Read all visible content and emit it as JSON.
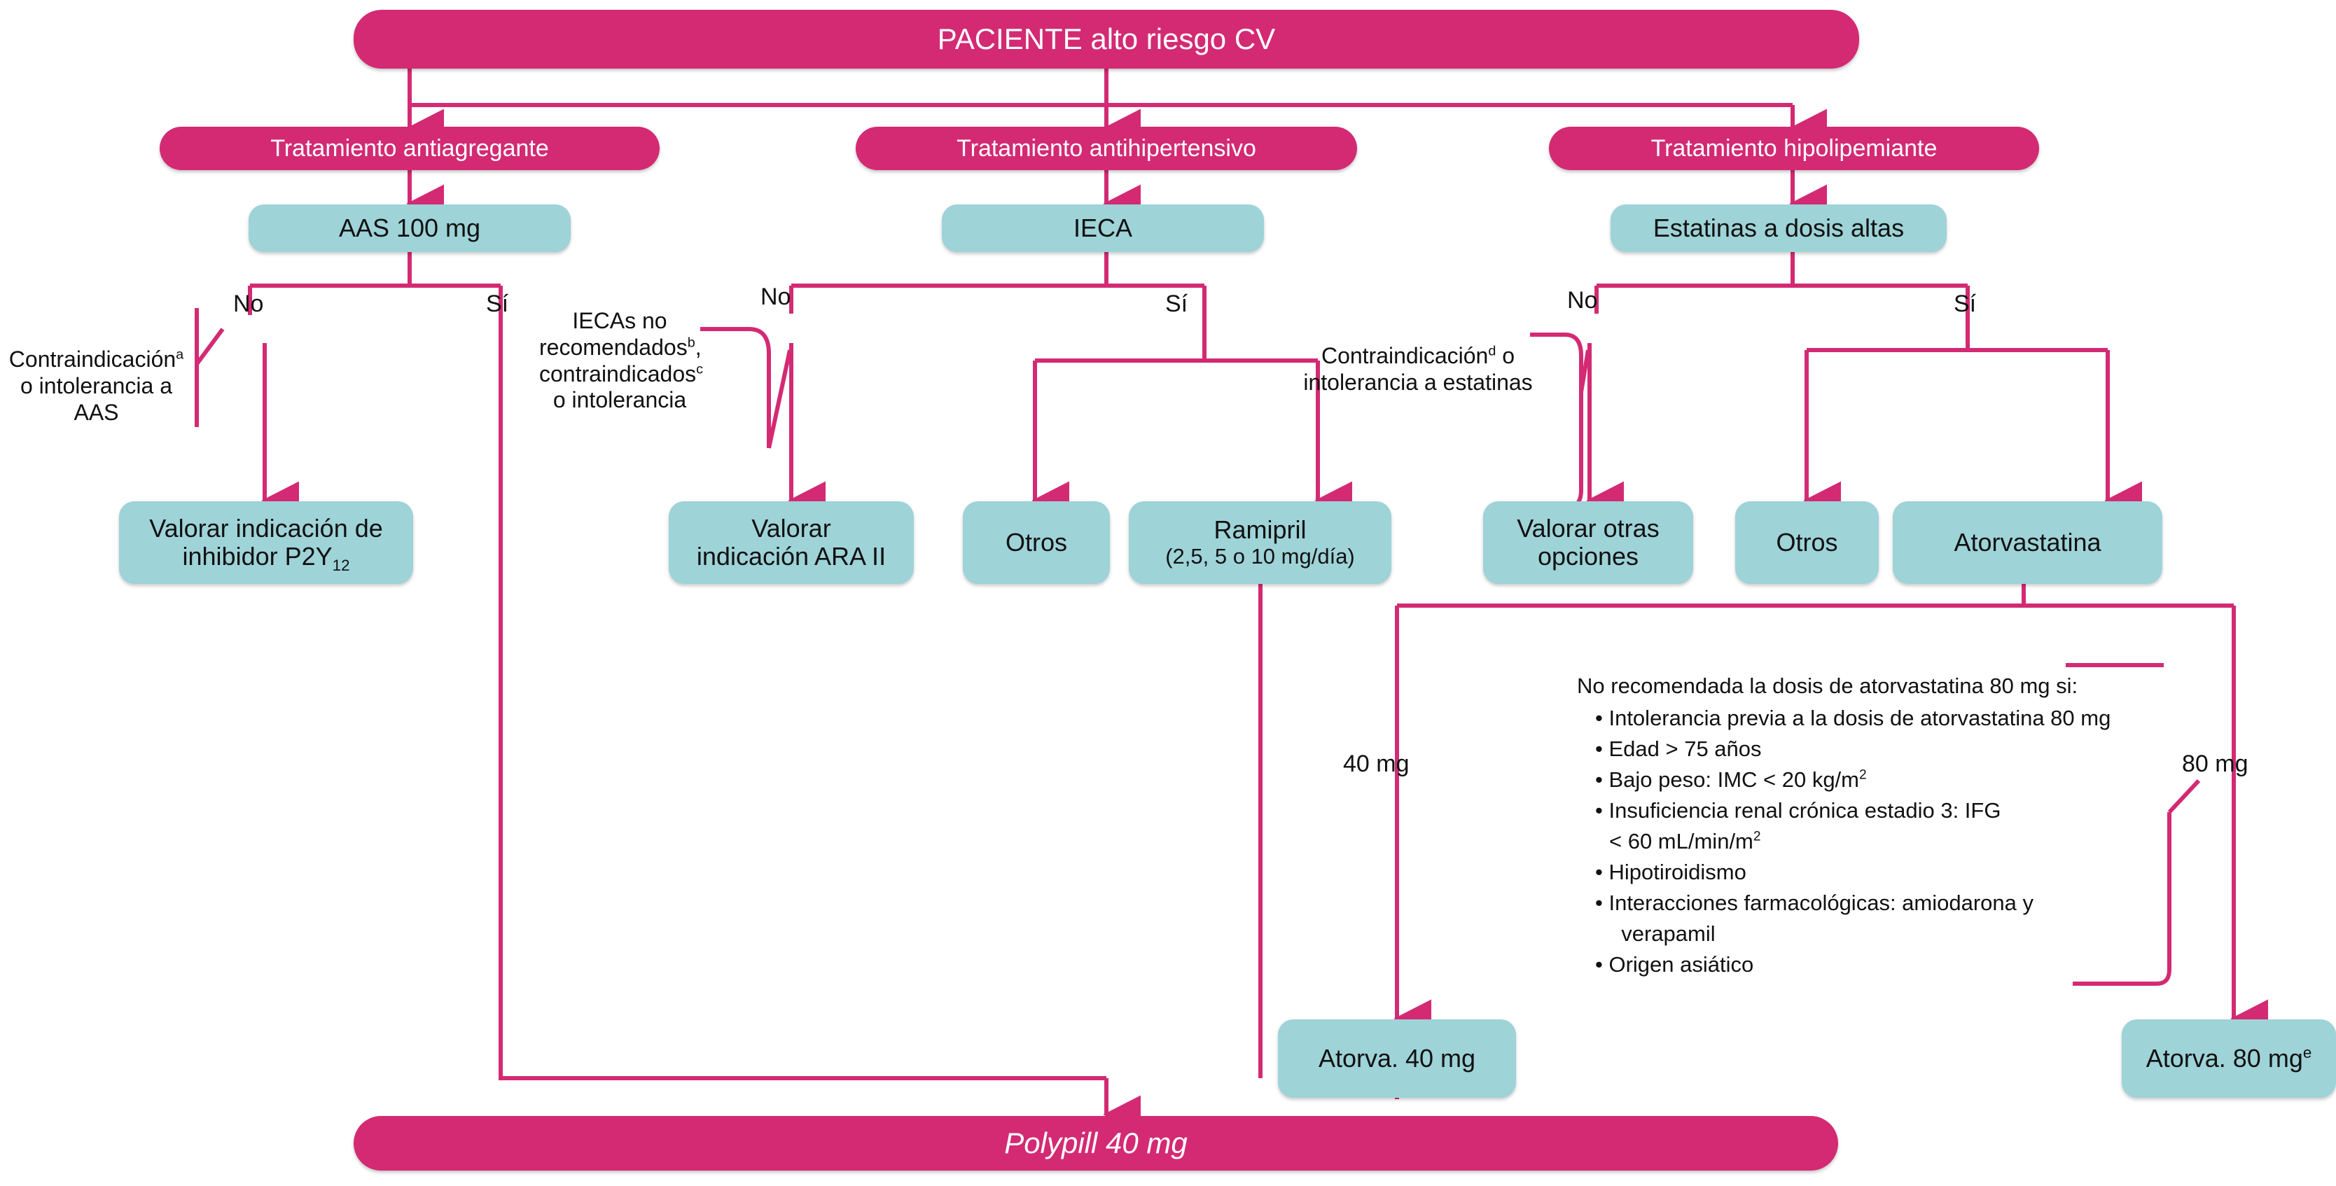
{
  "diagram": {
    "title_banner": "PACIENTE alto riesgo CV",
    "footer_banner": "Polypill 40 mg",
    "branches": [
      {
        "header": "Tratamiento antiagregante"
      },
      {
        "header": "Tratamiento antihipertensivo"
      },
      {
        "header": "Tratamiento hipolipemiante"
      }
    ],
    "drug_nodes": {
      "aas": "AAS 100 mg",
      "ieca": "IECA",
      "estatinas": "Estatinas a dosis altas"
    },
    "decision_labels": {
      "no": "No",
      "si": "Sí"
    },
    "side_notes": {
      "aas_note_line1": "Contraindicación",
      "aas_note_sup1": "a",
      "aas_note_line2": " o intolerancia a AAS",
      "ieca_note_line1": "IECAs no recomendados",
      "ieca_note_sup1": "b",
      "ieca_note_line2": ", contraindicados",
      "ieca_note_sup2": "c",
      "ieca_note_line3": " o intolerancia",
      "statin_note_line1": "Contraindicación",
      "statin_note_sup1": "d",
      "statin_note_line2": " o intolerancia a estatinas"
    },
    "outcome_nodes": {
      "p2y12_line1": "Valorar indicación de",
      "p2y12_line2": "inhibidor P2Y",
      "p2y12_sub": "12",
      "ara2_line1": "Valorar",
      "ara2_line2": "indicación ARA II",
      "otros_ieca": "Otros",
      "ramipril_line1": "Ramipril",
      "ramipril_line2": "(2,5, 5 o 10 mg/día)",
      "otras_opciones_line1": "Valorar otras",
      "otras_opciones_line2": "opciones",
      "otros_estatina": "Otros",
      "atorvastatina": "Atorvastatina",
      "atorva40": "Atorva. 40 mg",
      "atorva80_text": "Atorva. 80 mg",
      "atorva80_sup": "e"
    },
    "dose_labels": {
      "dose40": "40 mg",
      "dose80": "80 mg"
    },
    "warning_box": {
      "heading": "No recomendada la dosis de atorvastatina 80 mg si:",
      "items": [
        "Intolerancia previa a la dosis de atorvastatina 80 mg",
        "Edad > 75 años",
        "Bajo peso: IMC < 20 kg/m²",
        "Insuficiencia renal crónica estadio 3: IFG < 60 mL/min/m²",
        "Hipotiroidismo",
        "Interacciones farmacológicas: amiodarona y verapamil",
        "Origen asiático"
      ],
      "item_3_line1": "Bajo peso: IMC < 20 kg/m",
      "item_3_sup": "2",
      "item_4_line1": "Insuficiencia renal crónica estadio 3: IFG",
      "item_4_line2": "< 60 mL/min/m",
      "item_4_sup": "2",
      "item_6_line1": "Interacciones farmacológicas: amiodarona y",
      "item_6_line2": "verapamil"
    },
    "colors": {
      "pink": "#d32a73",
      "teal": "#9ed3d8",
      "line": "#d32a73",
      "text": "#111111",
      "banner_text": "#ffffff"
    }
  }
}
